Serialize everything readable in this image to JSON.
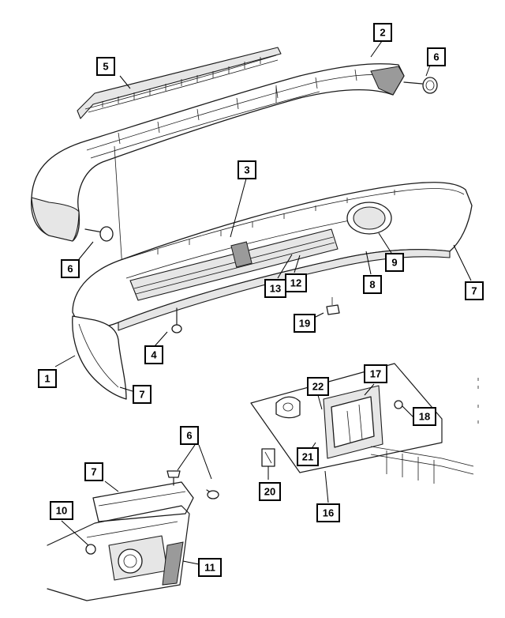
{
  "callouts": {
    "c1": "1",
    "c2": "2",
    "c3": "3",
    "c4": "4",
    "c5": "5",
    "c6a": "6",
    "c6b": "6",
    "c6c": "6",
    "c7a": "7",
    "c7b": "7",
    "c7c": "7",
    "c8": "8",
    "c9": "9",
    "c10": "10",
    "c11": "11",
    "c12": "12",
    "c13": "13",
    "c16": "16",
    "c17": "17",
    "c18": "18",
    "c19": "19",
    "c20": "20",
    "c21": "21",
    "c22": "22"
  }
}
